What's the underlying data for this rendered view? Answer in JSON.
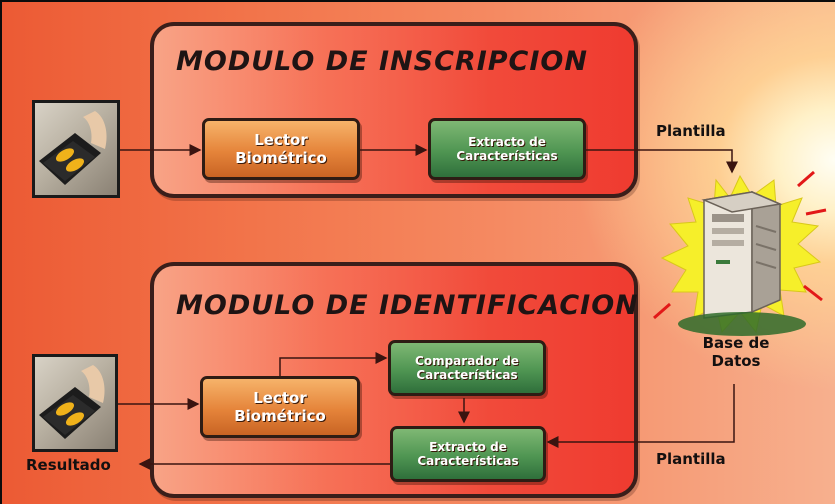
{
  "modules": {
    "enrollment": {
      "title": "MODULO DE INSCRIPCION",
      "reader_label": "Lector\nBiométrico",
      "extractor_label": "Extracto de\nCaracterísticas"
    },
    "identification": {
      "title": "MODULO DE IDENTIFICACION",
      "reader_label": "Lector\nBiométrico",
      "comparator_label": "Comparador de\nCaracterísticas",
      "extractor_label": "Extracto de\nCaracterísticas"
    }
  },
  "labels": {
    "template_top": "Plantilla",
    "template_bottom": "Plantilla",
    "database": "Base de\nDatos",
    "result": "Resultado"
  },
  "colors": {
    "module_fill": "#ef3b30",
    "reader_box": "#e5843a",
    "feature_box": "#4f9552"
  },
  "icons": {
    "scanner": "fingerprint-scanner-icon",
    "database": "server-tower-icon"
  }
}
